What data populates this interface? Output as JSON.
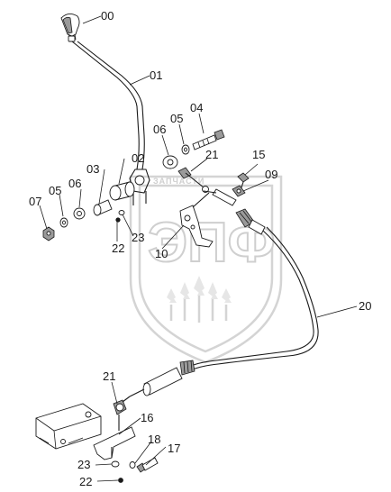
{
  "callouts": {
    "c00": "00",
    "c01": "01",
    "c02": "02",
    "c03": "03",
    "c04": "04",
    "c05a": "05",
    "c05b": "05",
    "c06a": "06",
    "c06b": "06",
    "c07": "07",
    "c09": "09",
    "c10": "10",
    "c15": "15",
    "c16": "16",
    "c17": "17",
    "c18": "18",
    "c20": "20",
    "c21a": "21",
    "c21b": "21",
    "c22a": "22",
    "c22b": "22",
    "c23a": "23",
    "c23b": "23"
  },
  "watermark": {
    "letters": "ЭПФ",
    "banner": "ЗАПЧАСТИ"
  }
}
